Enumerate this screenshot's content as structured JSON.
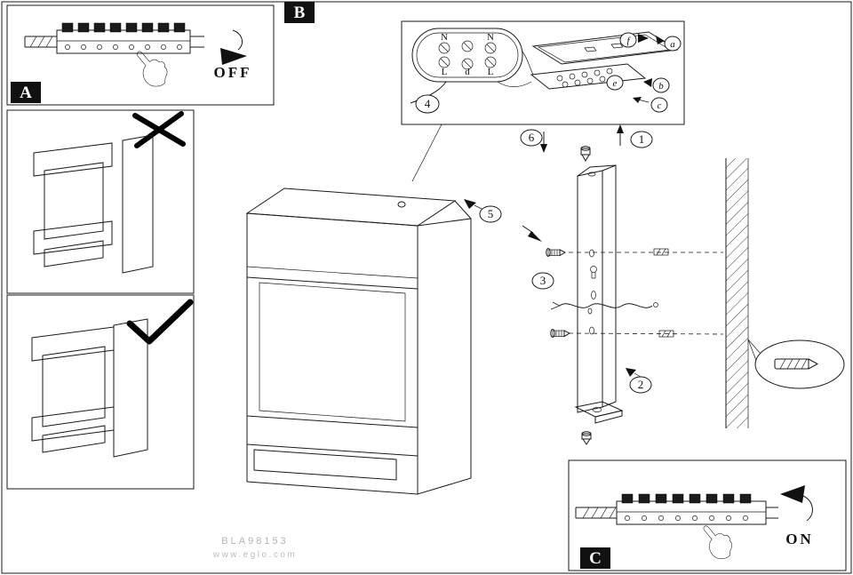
{
  "doc": {
    "model_code": "BLA98153",
    "website": "www.eglo.com"
  },
  "panels": {
    "a": {
      "label": "A",
      "switch_state": "OFF"
    },
    "b": {
      "label": "B"
    },
    "c": {
      "label": "C",
      "switch_state": "ON"
    }
  },
  "terminal_block": {
    "top_left": "N",
    "top_right": "N",
    "bottom_left": "L",
    "bottom_middle": "d",
    "bottom_right": "L"
  },
  "callouts": {
    "n1": "1",
    "n2": "2",
    "n3": "3",
    "n4": "4",
    "n5": "5",
    "n6": "6",
    "la": "a",
    "lb": "b",
    "lc": "c",
    "le": "e",
    "lf": "f"
  }
}
